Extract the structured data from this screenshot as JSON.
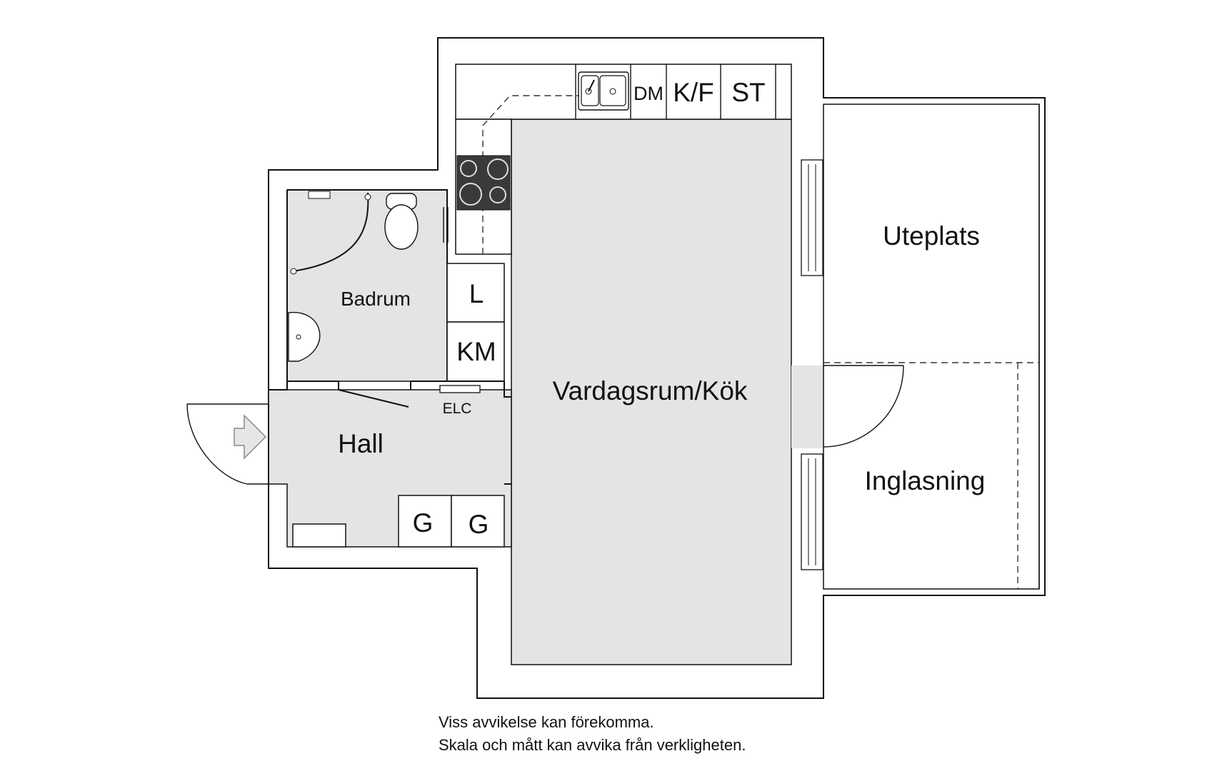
{
  "rooms": {
    "living": "Vardagsrum/Kök",
    "bathroom": "Badrum",
    "hall": "Hall",
    "patio": "Uteplats",
    "glazing": "Inglasning"
  },
  "appliances": {
    "dishwasher": "DM",
    "fridge_freezer": "K/F",
    "storage_top": "ST",
    "laundry": "L",
    "washing_machine": "KM",
    "wardrobe_1": "G",
    "wardrobe_2": "G",
    "electric_central": "ELC"
  },
  "disclaimer": {
    "line1": "Viss avvikelse kan förekomma.",
    "line2": "Skala och mått kan avvika från verkligheten."
  }
}
